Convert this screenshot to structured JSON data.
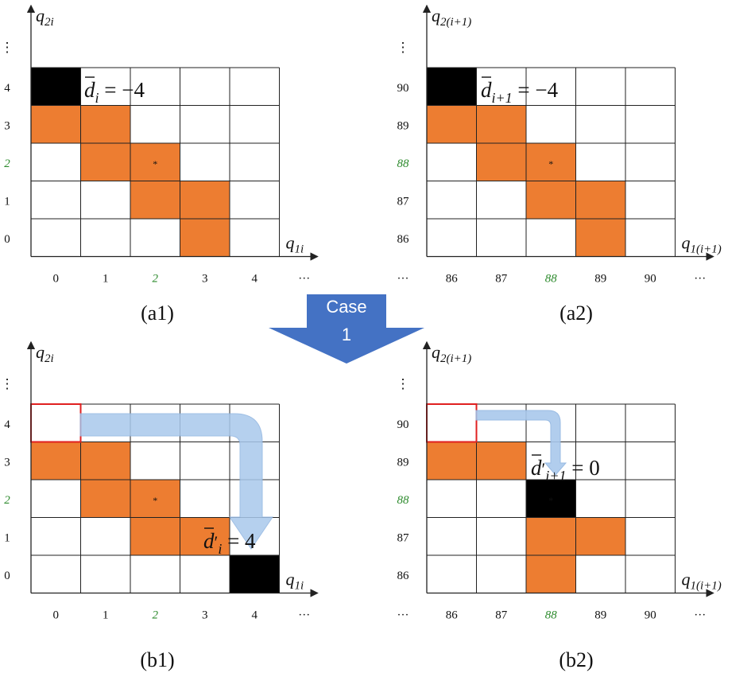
{
  "colors": {
    "orange": "#ED7D31",
    "black": "#000000",
    "highlight_border": "#E02020",
    "green_label": "#2E8B2E",
    "case_arrow": "#4472C4",
    "path_arrow": "#A9C8EC",
    "grid_line": "#222222"
  },
  "case_arrow": {
    "line1": "Case",
    "line2": "1"
  },
  "panels": [
    {
      "id": "a1",
      "caption": "(a1)",
      "y_axis_base": "q",
      "y_axis_sub": "2i",
      "x_axis_base": "q",
      "x_axis_sub": "1i",
      "y_ticks": [
        "4",
        "3",
        "2",
        "1",
        "0"
      ],
      "y_ellipsis": "⋮",
      "x_ticks": [
        "0",
        "1",
        "2",
        "3",
        "4"
      ],
      "x_ellipsis": "···",
      "x_left_ellipsis": "",
      "green_index": 2,
      "italic_green": true,
      "orange_cells": [
        [
          1,
          0
        ],
        [
          1,
          1
        ],
        [
          2,
          1
        ],
        [
          2,
          2
        ],
        [
          3,
          2
        ],
        [
          3,
          3
        ],
        [
          4,
          3
        ]
      ],
      "black_cells": [
        [
          0,
          0
        ]
      ],
      "outlined_cells": [],
      "center_mark": "*",
      "annotation": {
        "base": "d",
        "sub": "i",
        "prime": false,
        "text": " = −4"
      },
      "path_arrow": null
    },
    {
      "id": "a2",
      "caption": "(a2)",
      "y_axis_base": "q",
      "y_axis_sub": "2(i+1)",
      "x_axis_base": "q",
      "x_axis_sub": "1(i+1)",
      "y_ticks": [
        "90",
        "89",
        "88",
        "87",
        "86"
      ],
      "y_ellipsis": "⋮",
      "x_ticks": [
        "86",
        "87",
        "88",
        "89",
        "90"
      ],
      "x_ellipsis": "···",
      "x_left_ellipsis": "···",
      "green_index": 2,
      "italic_green": true,
      "orange_cells": [
        [
          1,
          0
        ],
        [
          1,
          1
        ],
        [
          2,
          1
        ],
        [
          2,
          2
        ],
        [
          3,
          2
        ],
        [
          3,
          3
        ],
        [
          4,
          3
        ]
      ],
      "black_cells": [
        [
          0,
          0
        ]
      ],
      "outlined_cells": [],
      "center_mark": "*",
      "annotation": {
        "base": "d",
        "sub": "i+1",
        "prime": false,
        "text": " = −4"
      },
      "path_arrow": null
    },
    {
      "id": "b1",
      "caption": "(b1)",
      "y_axis_base": "q",
      "y_axis_sub": "2i",
      "x_axis_base": "q",
      "x_axis_sub": "1i",
      "y_ticks": [
        "4",
        "3",
        "2",
        "1",
        "0"
      ],
      "y_ellipsis": "⋮",
      "x_ticks": [
        "0",
        "1",
        "2",
        "3",
        "4"
      ],
      "x_ellipsis": "···",
      "x_left_ellipsis": "",
      "green_index": 2,
      "italic_green": true,
      "orange_cells": [
        [
          1,
          0
        ],
        [
          1,
          1
        ],
        [
          2,
          1
        ],
        [
          2,
          2
        ],
        [
          3,
          2
        ],
        [
          3,
          3
        ]
      ],
      "black_cells": [
        [
          4,
          4
        ]
      ],
      "outlined_cells": [
        [
          0,
          0
        ]
      ],
      "center_mark": "*",
      "annotation": {
        "base": "d",
        "sub": "i",
        "prime": true,
        "text": " = 4"
      },
      "path_arrow": "long"
    },
    {
      "id": "b2",
      "caption": "(b2)",
      "y_axis_base": "q",
      "y_axis_sub": "2(i+1)",
      "x_axis_base": "q",
      "x_axis_sub": "1(i+1)",
      "y_ticks": [
        "90",
        "89",
        "88",
        "87",
        "86"
      ],
      "y_ellipsis": "⋮",
      "x_ticks": [
        "86",
        "87",
        "88",
        "89",
        "90"
      ],
      "x_ellipsis": "···",
      "x_left_ellipsis": "···",
      "green_index": 2,
      "italic_green": true,
      "orange_cells": [
        [
          1,
          0
        ],
        [
          1,
          1
        ],
        [
          3,
          2
        ],
        [
          3,
          3
        ],
        [
          4,
          2
        ]
      ],
      "black_cells": [
        [
          2,
          2
        ]
      ],
      "outlined_cells": [
        [
          0,
          0
        ]
      ],
      "center_mark": "*",
      "annotation": {
        "base": "d",
        "sub": "i+1",
        "prime": true,
        "text": " = 0"
      },
      "path_arrow": "short"
    }
  ]
}
